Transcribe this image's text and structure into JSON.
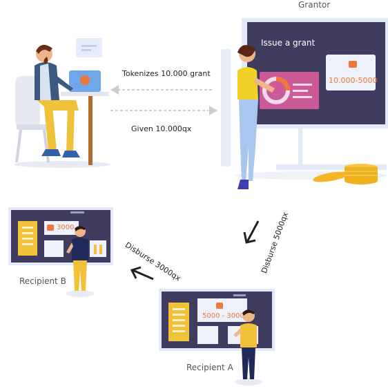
{
  "labels": {
    "grantor": "Grantor",
    "issue_grant": "Issue a grant",
    "grant_range": "10.000-5000",
    "tokenizes": "Tokenizes 10.000 grant",
    "given": "Given 10.000qx",
    "disburse_5000": "Disburse 5000qx",
    "disburse_3000": "Disburse 3000qx",
    "recipient_a": "Recipient A",
    "recipient_b": "Recipient B",
    "board_a_amount": "5000 - 3000",
    "board_b_amount": "3000"
  },
  "colors": {
    "board_dark": "#3f3c5f",
    "board_frame": "#e4e9f7",
    "yellow": "#f2c13a",
    "pink": "#cc5a96",
    "orange": "#f0773a",
    "arrow_grey": "#c9ccd4"
  },
  "icons": [
    "wallet-icon",
    "coin-stack-icon",
    "arrow-left-icon",
    "arrow-right-icon",
    "arrow-down-icon",
    "laptop-icon"
  ]
}
